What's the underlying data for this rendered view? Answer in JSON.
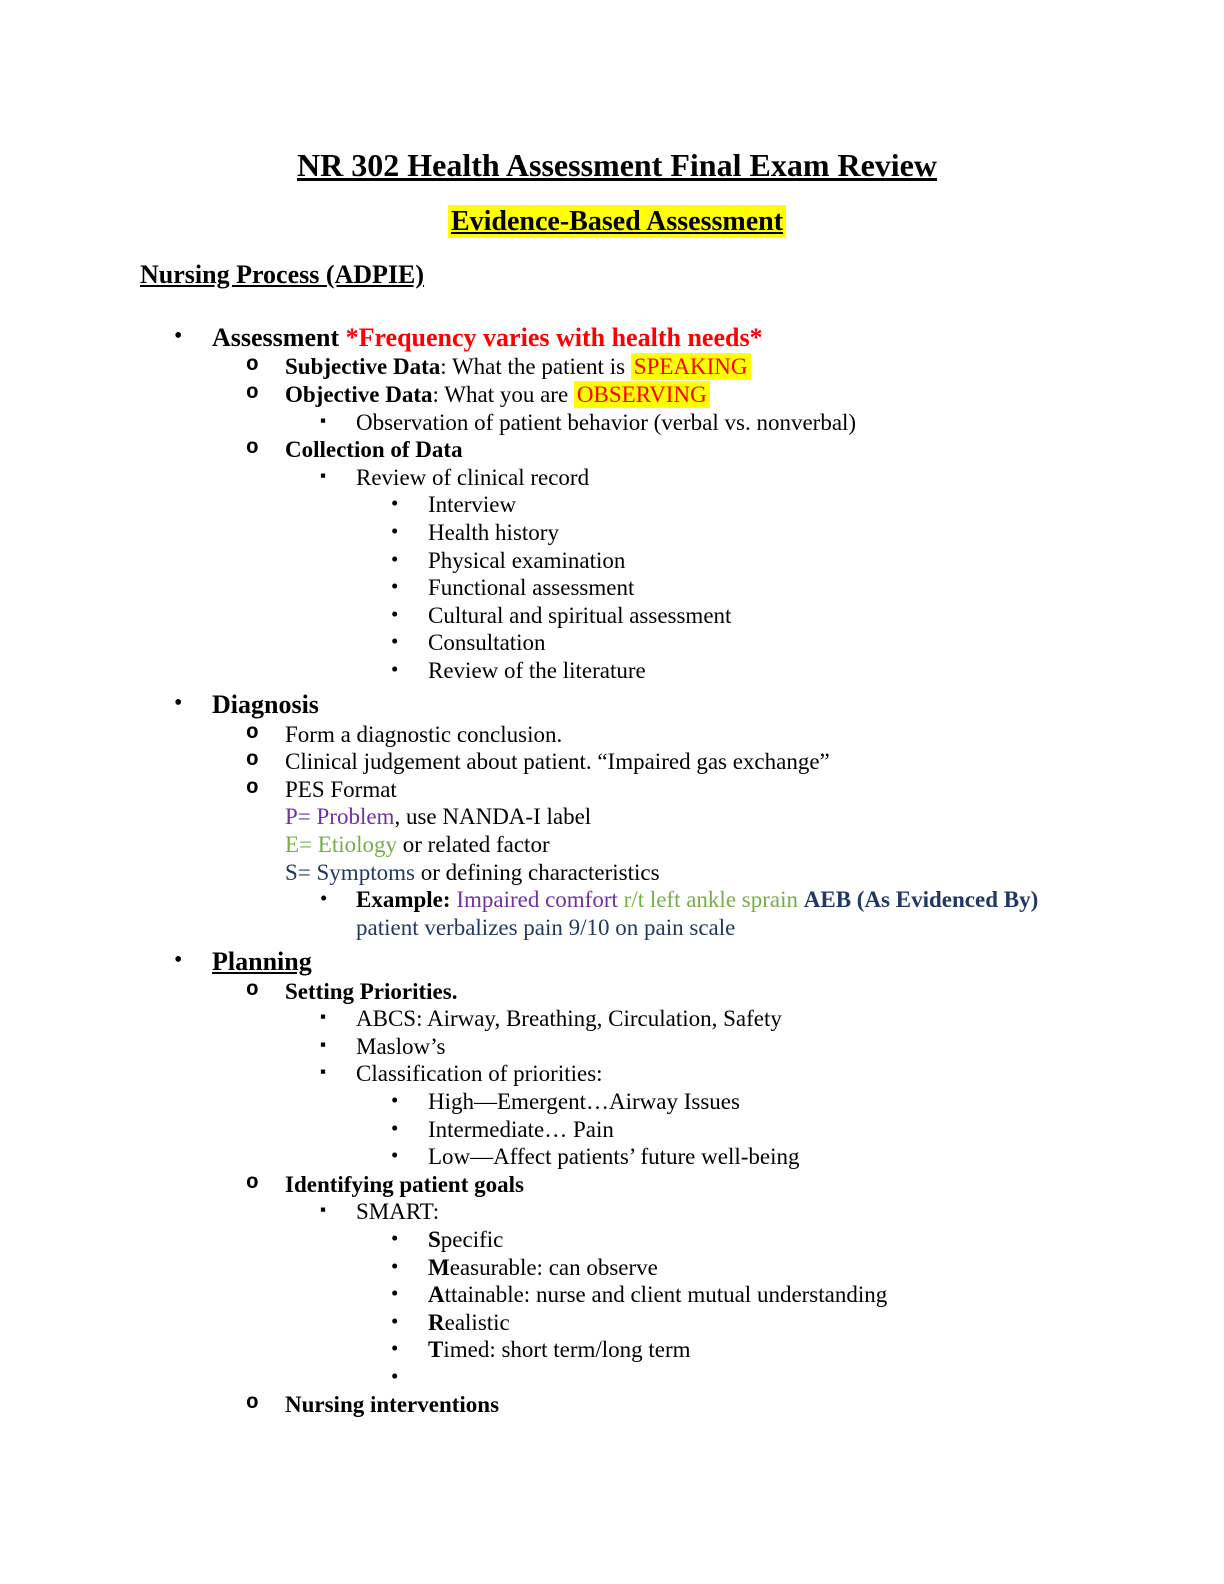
{
  "colors": {
    "red": "#FF0000",
    "highlight": "#FFFF00",
    "purple": "#7030A0",
    "green": "#76AD47",
    "navy": "#1F3864"
  },
  "bullets": {
    "level1": "•",
    "level2": "o",
    "level3": "▪",
    "level4": "•"
  },
  "header": {
    "title": "NR 302 Health Assessment Final Exam Review",
    "subtitle": "Evidence-Based Assessment",
    "section_heading": "Nursing Process (ADPIE)"
  },
  "assessment": {
    "label": "Assessment ",
    "note": "*Frequency varies with health needs*",
    "subjective": {
      "label": "Subjective Data",
      "text": ": What the patient is ",
      "highlight": "SPEAKING"
    },
    "objective": {
      "label": "Objective Data",
      "text": ": What you are ",
      "highlight": "OBSERVING"
    },
    "observation": "Observation of patient behavior (verbal vs. nonverbal)",
    "collection_label": "Collection of Data",
    "review_label": "Review of clinical record",
    "review_items": [
      "Interview",
      "Health history",
      "Physical examination",
      "Functional assessment",
      "Cultural and spiritual assessment",
      "Consultation",
      "Review of the literature"
    ]
  },
  "diagnosis": {
    "label": "Diagnosis",
    "form_conclusion": "Form a diagnostic conclusion.",
    "clinical_judgement": "Clinical judgement about patient. “Impaired gas exchange”",
    "pes_format_label": "PES Format",
    "pes": {
      "p_colored": "P= Problem",
      "p_rest": ", use NANDA-I label",
      "e_colored": "E= Etiology",
      "e_rest": " or related factor",
      "s_colored": "S= Symptoms",
      "s_rest": " or defining characteristics"
    },
    "example": {
      "label": "Example: ",
      "problem": "Impaired comfort ",
      "etiology": "r/t left ankle sprain ",
      "aeb": "AEB (As Evidenced By) ",
      "symptom": "patient verbalizes pain 9/10 on pain scale"
    }
  },
  "planning": {
    "label": "Planning",
    "setting_priorities_label": "Setting Priorities.",
    "abcs": "ABCS: Airway, Breathing, Circulation, Safety",
    "maslows": "Maslow’s",
    "classification_label": "Classification of priorities:",
    "classification_items": [
      "High—Emergent…Airway Issues",
      "Intermediate… Pain",
      "Low—Affect patients’ future well-being"
    ],
    "identifying_goals_label": "Identifying patient goals",
    "smart_label": "SMART:",
    "smart_items": [
      {
        "letter": "S",
        "rest": "pecific"
      },
      {
        "letter": "M",
        "rest": "easurable: can observe"
      },
      {
        "letter": "A",
        "rest": "ttainable: nurse and client mutual understanding"
      },
      {
        "letter": "R",
        "rest": "ealistic"
      },
      {
        "letter": "T",
        "rest": "imed: short term/long term"
      }
    ],
    "nursing_interventions_label": "Nursing interventions"
  }
}
